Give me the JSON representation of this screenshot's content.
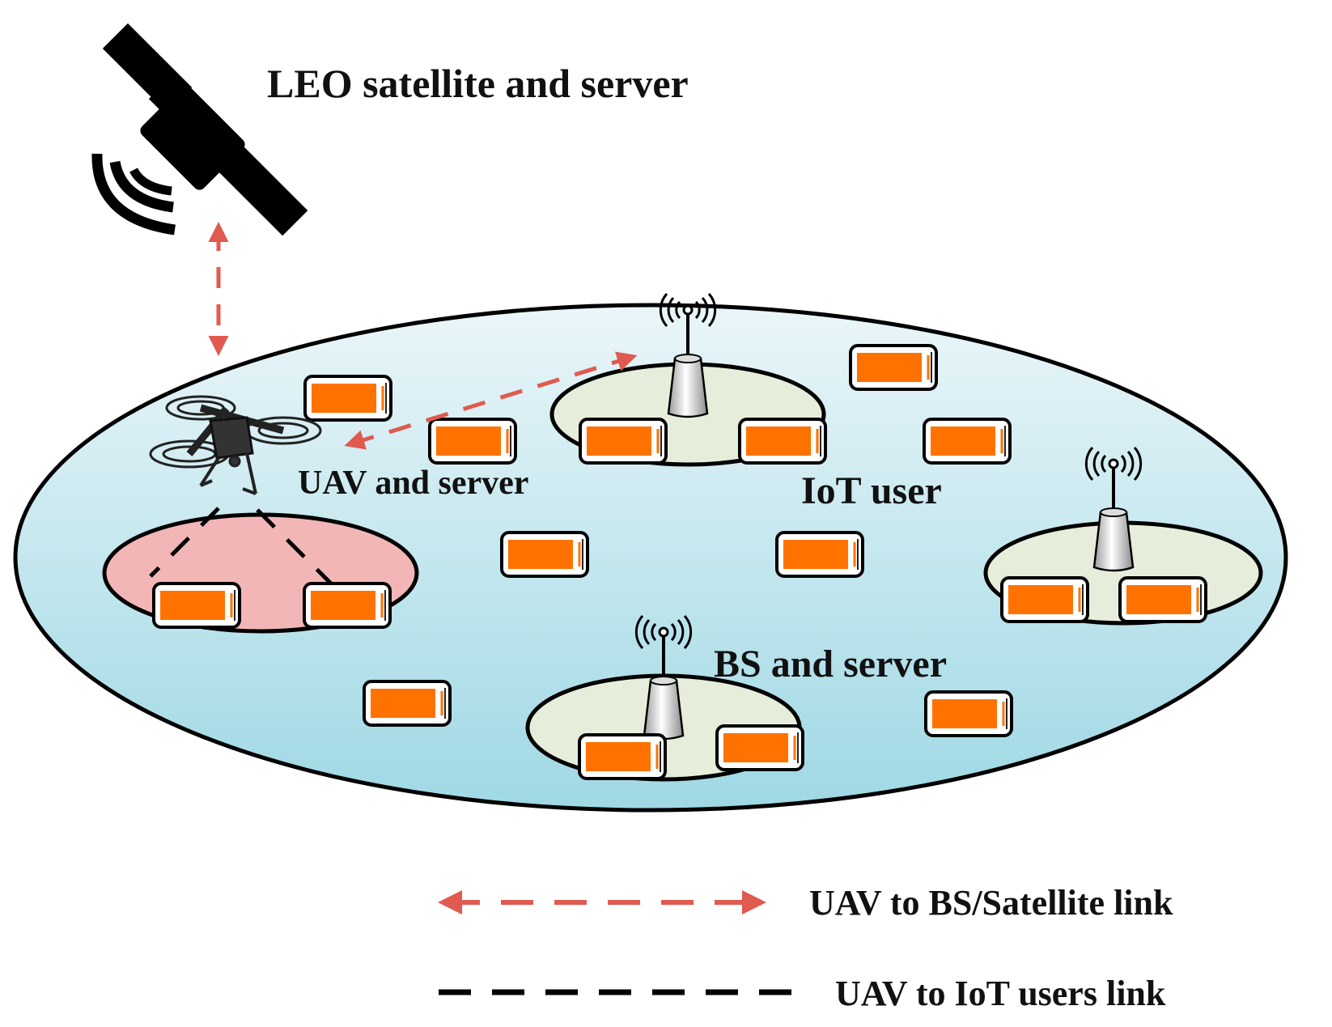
{
  "labels": {
    "satellite": "LEO satellite and server",
    "uav": "UAV and server",
    "iot_user": "IoT user",
    "bs": "BS and server"
  },
  "legend": {
    "red_link": "UAV to BS/Satellite link",
    "black_link": "UAV to IoT users link"
  },
  "colors": {
    "ground_top": "#eaf6f9",
    "ground_bottom": "#9fd8e4",
    "bs_zone": "#e6eedb",
    "uav_zone": "#f2b6b6",
    "device_screen": "#ff7200",
    "red_link": "#e05a4f",
    "black": "#000000"
  },
  "icons": [
    "satellite-icon",
    "uav-icon",
    "base-station-icon",
    "iot-device-icon"
  ]
}
